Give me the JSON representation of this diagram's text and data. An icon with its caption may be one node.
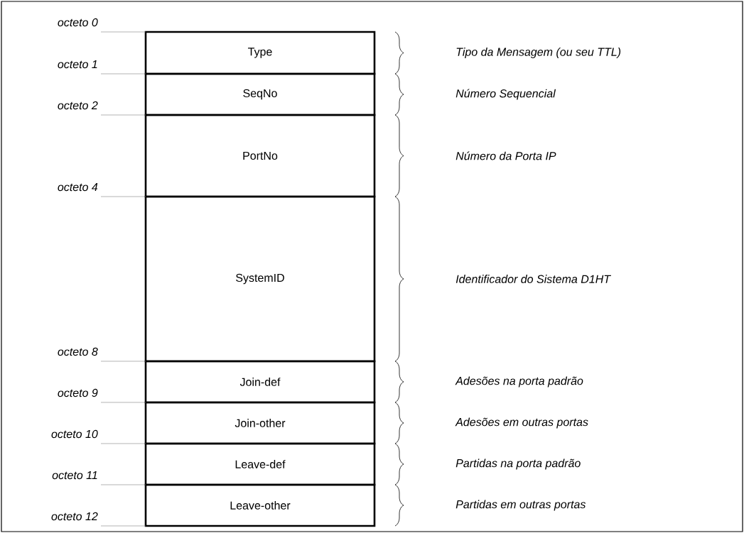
{
  "diagram": {
    "nodes": [
      {
        "text": [
          "Type"
        ]
      },
      {
        "text": [
          "SeqNo"
        ]
      },
      {
        "text": [
          "PortNo"
        ]
      },
      {
        "text": [
          "SystemID"
        ]
      },
      {
        "text": [
          "Join-def"
        ]
      },
      {
        "text": [
          "Join-other"
        ]
      },
      {
        "text": [
          "Leave-def"
        ]
      },
      {
        "text": [
          "Leave-other"
        ]
      }
    ],
    "labels": [
      "octeto 0",
      "octeto 1",
      "octeto 2",
      "octeto 4",
      "octeto 8",
      "octeto 9",
      "octeto 10",
      "octeto 11",
      "octeto 12",
      "Tipo da Mensagem (ou seu TTL)",
      "Número Sequencial",
      "Número da Porta IP",
      "Identificador do Sistema D1HT",
      "Adesões na porta padrão",
      "Adesões em outras portas",
      "Partidas na porta padrão",
      "Partidas em outras portas"
    ]
  }
}
